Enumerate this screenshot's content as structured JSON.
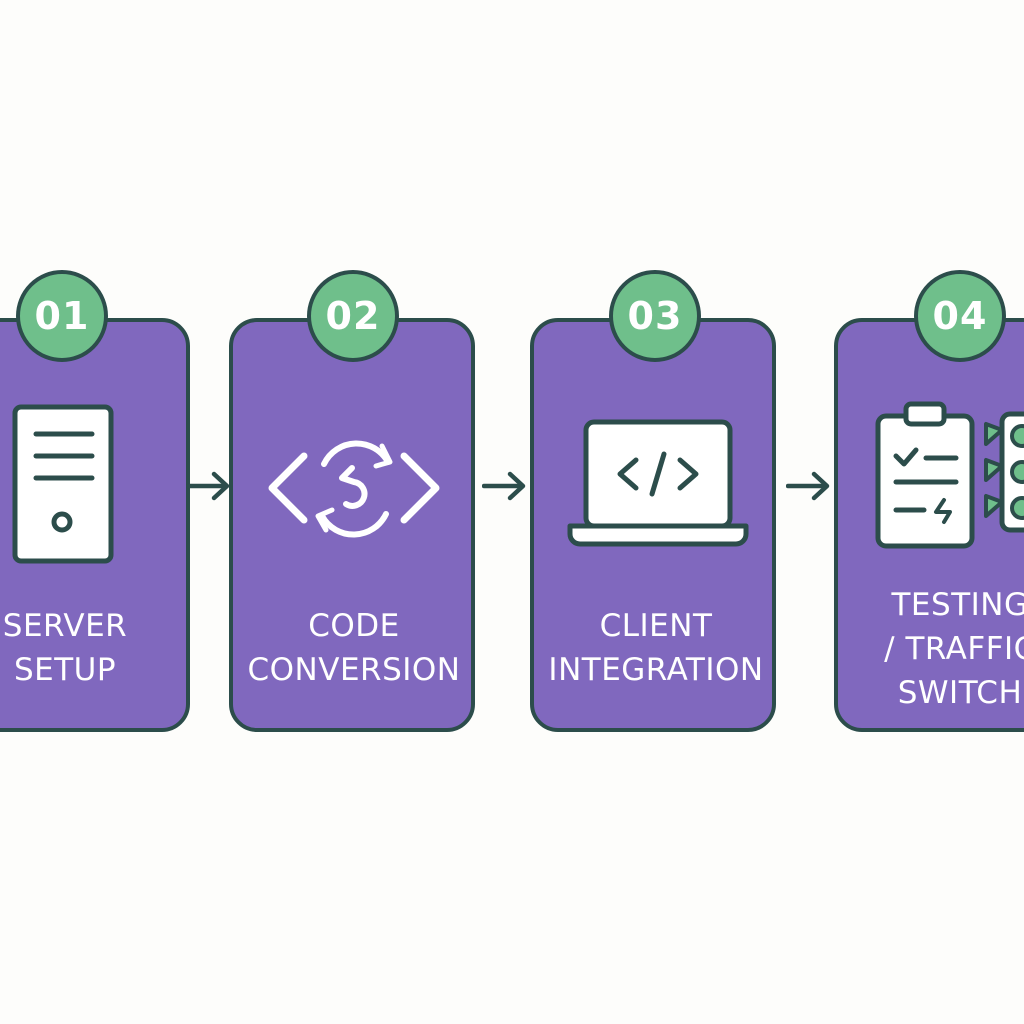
{
  "steps": [
    {
      "number": "01",
      "line1": "SERVER",
      "line2": "SETUP",
      "icon": "server-icon"
    },
    {
      "number": "02",
      "line1": "CODE",
      "line2": "CONVERSION",
      "icon": "code-conversion-icon"
    },
    {
      "number": "03",
      "line1": "CLIENT",
      "line2": "INTEGRATION",
      "icon": "laptop-code-icon"
    },
    {
      "number": "04",
      "line1": "TESTING",
      "line2": "/ TRAFFIC",
      "line3": "SWITCH",
      "icon": "checklist-traffic-light-icon"
    }
  ],
  "colors": {
    "card": "#8068be",
    "outline": "#2c4d4b",
    "badge": "#6fbf8b",
    "text": "#ffffff",
    "background": "#fdfdfb"
  }
}
